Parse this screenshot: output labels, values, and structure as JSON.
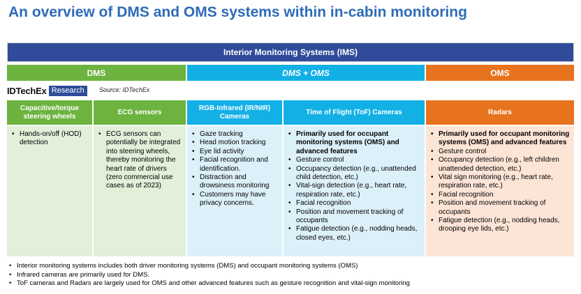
{
  "title": "An overview of DMS and OMS systems within in-cabin monitoring",
  "ims_label": "Interior Monitoring Systems (IMS)",
  "categories": {
    "dms": "DMS",
    "both": "DMS + OMS",
    "oms": "OMS"
  },
  "logo": {
    "name": "IDTechEx",
    "badge": "Research"
  },
  "source": "Source: IDTechEx",
  "colors": {
    "title": "#2e6bb8",
    "ims": "#2f4b9a",
    "dms": "#6cb33f",
    "both": "#13b0e6",
    "oms": "#e8731e"
  },
  "columns": [
    {
      "header": "Capacitive/torque steering wheels",
      "items": [
        "Hands-on/off (HOD) detection"
      ]
    },
    {
      "header": "ECG sensors",
      "items": [
        "ECG sensors can potentially be integrated into steering wheels, thereby monitoring the heart rate of drivers (zero commercial use cases as of 2023)"
      ]
    },
    {
      "header": "RGB-Infrared (IR/NIR) Cameras",
      "items": [
        "Gaze tracking",
        "Head motion tracking",
        "Eye lid activity",
        "Facial recognition and identification.",
        "Distraction and drowsiness monitoring",
        "Customers may have privacy concerns."
      ]
    },
    {
      "header": "Time of Flight (ToF) Cameras",
      "items": [
        "Primarily used for occupant monitoring systems (OMS) and advanced features",
        "Gesture control",
        "Occupancy detection (e.g., unattended child detection, etc.)",
        "Vital-sign detection (e.g., heart rate, respiration rate, etc.)",
        "Facial recognition",
        "Position and movement tracking of occupants",
        "Fatigue detection (e.g., nodding heads, closed eyes, etc.)"
      ]
    },
    {
      "header": "Radars",
      "items": [
        "Primarily used for occupant monitoring systems (OMS) and advanced features",
        "Gesture control",
        "Occupancy detection (e.g., left children unattended detection, etc.)",
        "Vital sign monitoring (e.g., heart rate, respiration rate, etc.)",
        "Facial recognition",
        "Position and movement tracking of occupants",
        "Fatigue detection (e.g., nodding heads, drooping eye lids, etc.)"
      ]
    }
  ],
  "notes": [
    "Interior monitoring systems includes both driver monitoring systems (DMS) and occupant monitoring systems (OMS)",
    "Infrared cameras are primarily used for DMS.",
    "ToF cameras and Radars are largely used for OMS and other advanced features such as gesture recognition and vital-sign monitoring"
  ]
}
